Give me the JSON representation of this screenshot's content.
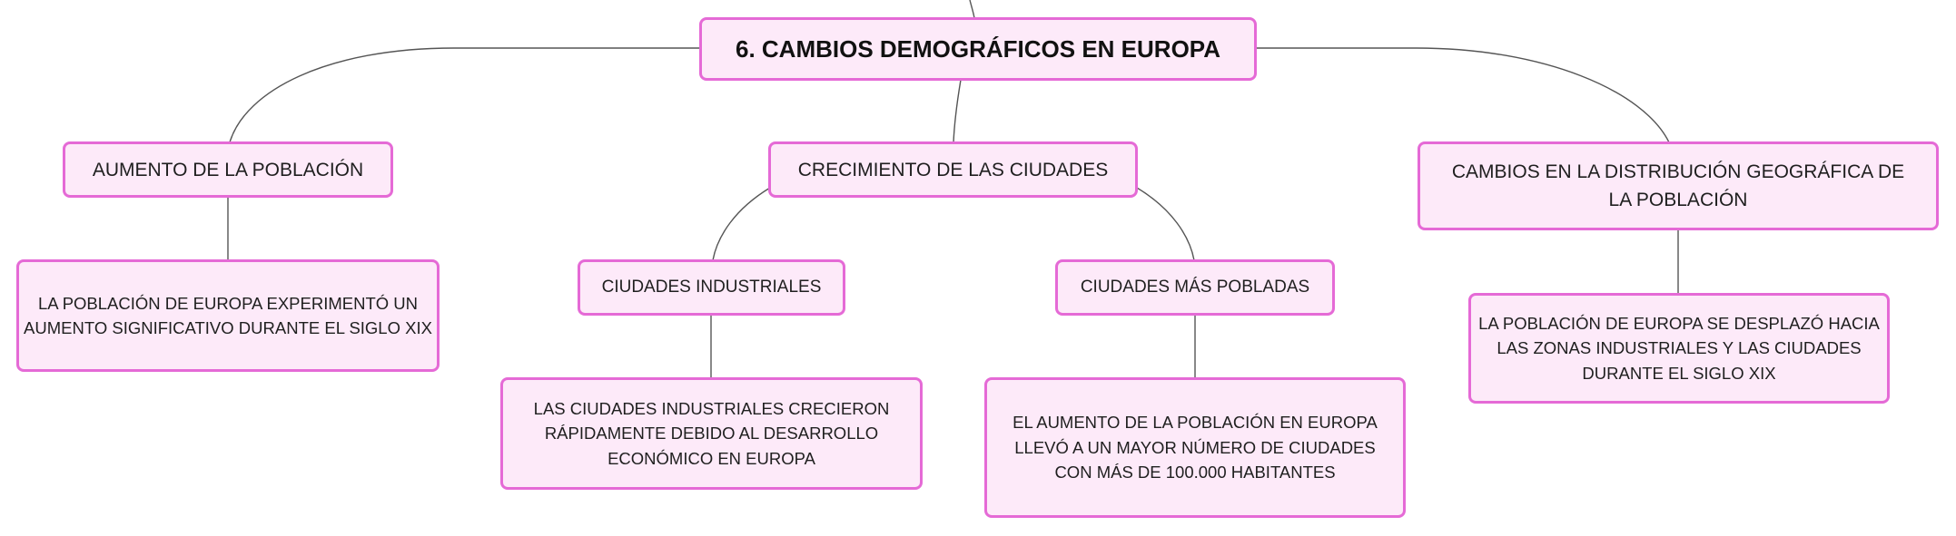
{
  "colors": {
    "node_fill": "#fdeaf9",
    "node_border": "#e56ad6",
    "connector": "#555555",
    "background": "#ffffff"
  },
  "root": {
    "label": "6. CAMBIOS DEMOGRÁFICOS EN EUROPA"
  },
  "branches": [
    {
      "label": "AUMENTO DE LA POBLACIÓN",
      "detail": "LA POBLACIÓN DE EUROPA EXPERIMENTÓ UN AUMENTO SIGNIFICATIVO DURANTE EL SIGLO XIX"
    },
    {
      "label": "CRECIMIENTO DE LAS CIUDADES",
      "children": [
        {
          "label": "CIUDADES INDUSTRIALES",
          "detail": "LAS CIUDADES INDUSTRIALES CRECIERON RÁPIDAMENTE DEBIDO AL DESARROLLO ECONÓMICO EN EUROPA"
        },
        {
          "label": "CIUDADES MÁS POBLADAS",
          "detail": "EL AUMENTO DE LA POBLACIÓN EN EUROPA LLEVÓ A UN MAYOR NÚMERO DE CIUDADES CON MÁS DE 100.000 HABITANTES"
        }
      ]
    },
    {
      "label": "CAMBIOS EN LA DISTRIBUCIÓN GEOGRÁFICA DE LA POBLACIÓN",
      "detail": "LA POBLACIÓN DE EUROPA SE DESPLAZÓ HACIA LAS ZONAS INDUSTRIALES Y LAS CIUDADES DURANTE EL SIGLO XIX"
    }
  ]
}
